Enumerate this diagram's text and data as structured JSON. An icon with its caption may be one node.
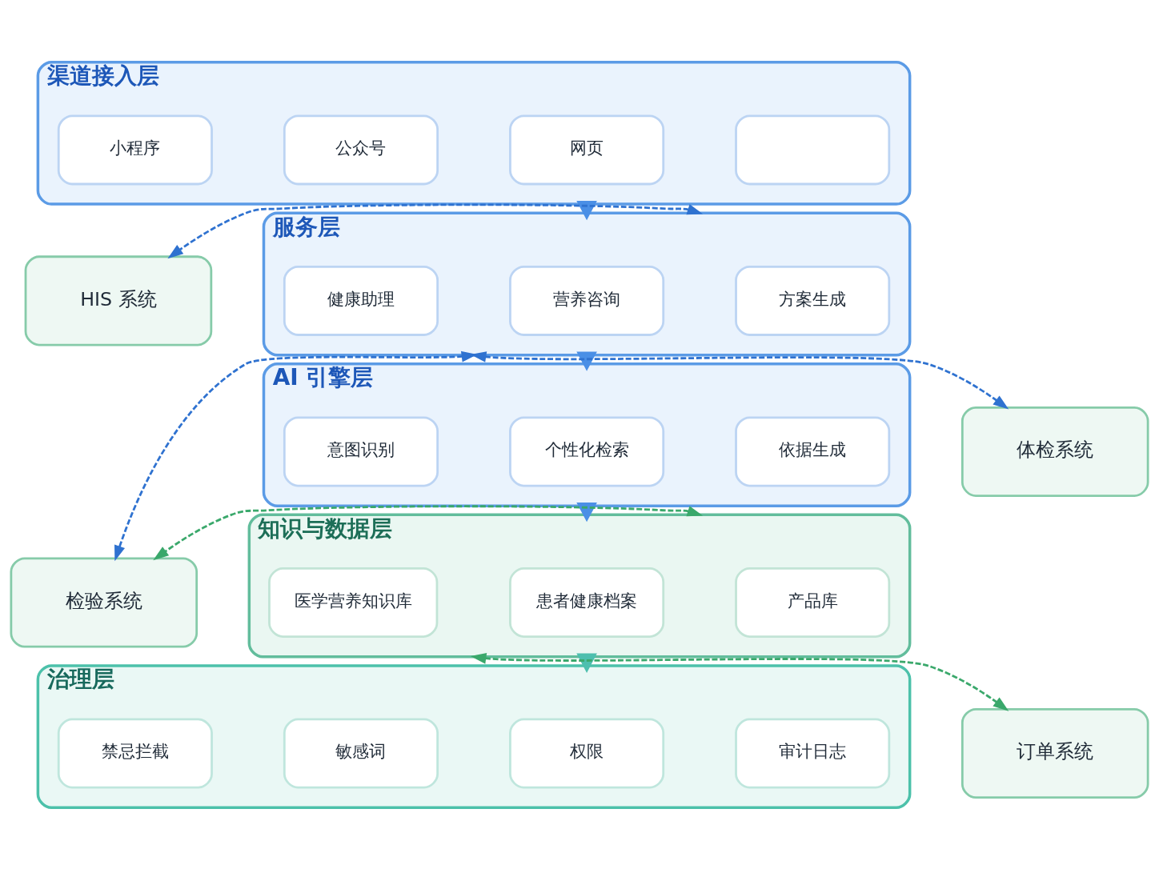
{
  "diagram": {
    "nodes": [
      {
        "text": [
          "渠道接入层"
        ]
      },
      {
        "text": [
          "小程序"
        ],
        "in": 0
      },
      {
        "text": [
          "公众号"
        ],
        "in": 0
      },
      {
        "text": [
          "网页"
        ],
        "in": 0
      },
      {
        "text": [],
        "shape": "box",
        "in": 0
      },
      {
        "text": [
          "服务层"
        ]
      },
      {
        "text": [
          "健康助理"
        ],
        "in": 5
      },
      {
        "text": [
          "营养咨询"
        ],
        "in": 5
      },
      {
        "text": [
          "方案生成"
        ],
        "in": 5
      },
      {
        "text": [
          "AI 引擎层"
        ]
      },
      {
        "text": [
          "意图识别"
        ],
        "in": 9
      },
      {
        "text": [
          "个性化检索"
        ],
        "in": 9
      },
      {
        "text": [
          "依据生成"
        ],
        "in": 9
      },
      {
        "text": [
          "知识与数据层"
        ]
      },
      {
        "text": [
          "医学营养知识库"
        ],
        "in": 13
      },
      {
        "text": [
          "患者健康档案"
        ],
        "in": 13
      },
      {
        "text": [
          "产品库"
        ],
        "in": 13
      },
      {
        "text": [
          "治理层"
        ]
      },
      {
        "text": [
          "禁忌拦截"
        ],
        "in": 17
      },
      {
        "text": [
          "敏感词"
        ],
        "in": 17
      },
      {
        "text": [
          "权限"
        ],
        "in": 17
      },
      {
        "text": [
          "审计日志"
        ],
        "in": 17
      },
      {
        "text": [
          "HIS 系统"
        ]
      },
      {
        "text": [
          "体检系统"
        ]
      },
      {
        "text": [
          "检验系统"
        ]
      },
      {
        "text": [
          "订单系统"
        ]
      }
    ],
    "edges": [
      {
        "from": 0,
        "to": 5,
        "arrow": "to",
        "style": "thick",
        "color": "#4a8fe6"
      },
      {
        "from": 5,
        "to": 9,
        "arrow": "to",
        "style": "thick",
        "color": "#4a8fe6"
      },
      {
        "from": 9,
        "to": 13,
        "arrow": "to",
        "style": "thick",
        "color": "#4a8fe6"
      },
      {
        "from": 13,
        "to": 17,
        "arrow": "to",
        "style": "thick",
        "color": "#4dbfae"
      },
      {
        "from": 5,
        "to": 22,
        "arrow": "both",
        "style": "dashed",
        "color": "#2f72d0"
      },
      {
        "from": 5,
        "to": 23,
        "arrow": "both",
        "style": "dashed",
        "color": "#2f72d0"
      },
      {
        "from": 5,
        "to": 24,
        "arrow": "both",
        "style": "dashed",
        "color": "#2f72d0"
      },
      {
        "from": 13,
        "to": 24,
        "arrow": "both",
        "style": "dashed",
        "color": "#3aa86b"
      },
      {
        "from": 13,
        "to": 25,
        "arrow": "both",
        "style": "dashed",
        "color": "#3aa86b"
      }
    ]
  }
}
